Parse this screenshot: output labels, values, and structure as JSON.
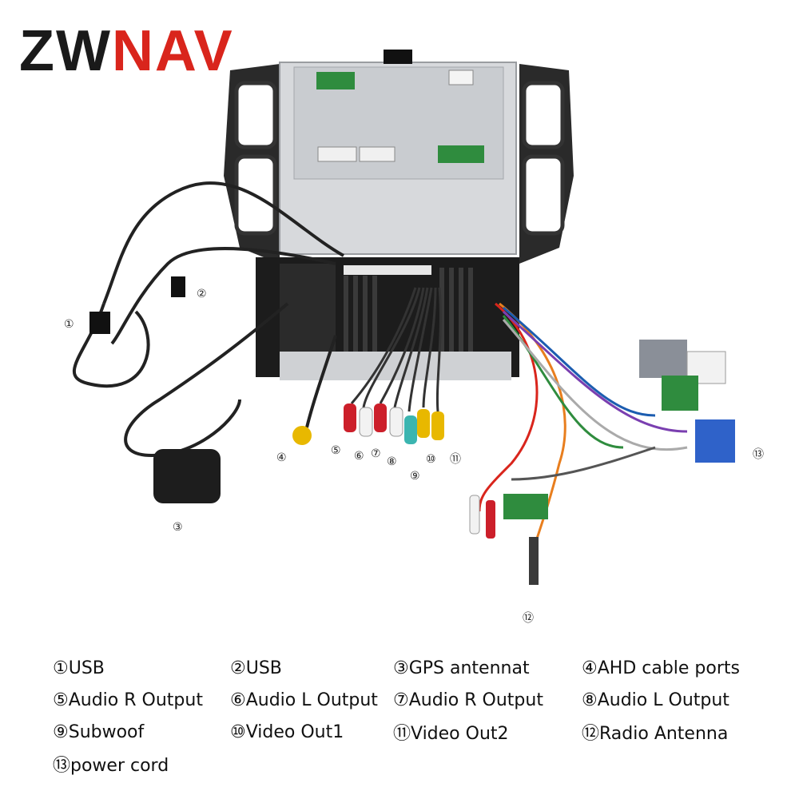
{
  "brand": {
    "part1": "ZW",
    "part2": "NAV"
  },
  "callouts": [
    "①",
    "②",
    "③",
    "④",
    "⑤",
    "⑥",
    "⑦",
    "⑧",
    "⑨",
    "⑩",
    "⑪",
    "⑫",
    "⑬"
  ],
  "legend": [
    [
      "①USB",
      "②USB",
      "③GPS antennat",
      "④AHD cable ports"
    ],
    [
      "⑤Audio R Output",
      "⑥Audio L Output",
      "⑦Audio R Output",
      "⑧Audio L Output"
    ],
    [
      "⑨Subwoof",
      "⑩Video  Out1",
      "⑪Video  Out2",
      "⑫Radio Antenna"
    ],
    [
      "⑬power cord"
    ]
  ],
  "colors": {
    "brand_dark": "#1a1a1a",
    "brand_red": "#d9251c",
    "rca_red": "#cc1f2a",
    "rca_yellow": "#e8b800",
    "rca_white": "#f2f2f2"
  }
}
